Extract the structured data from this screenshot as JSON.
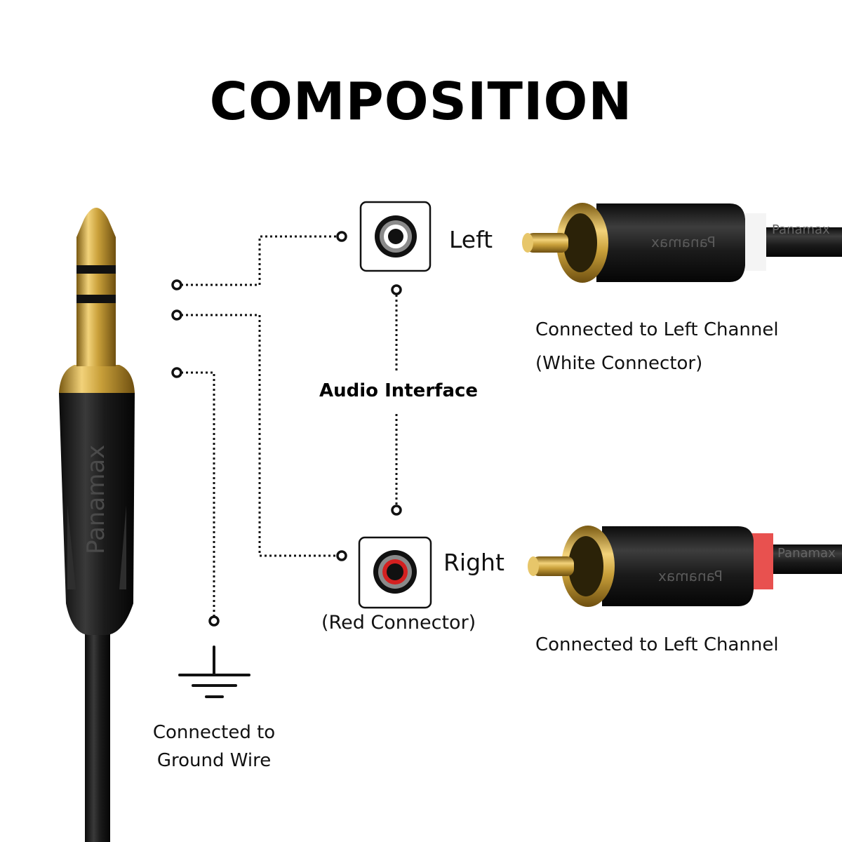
{
  "title": "COMPOSITION",
  "labels": {
    "left": "Left",
    "right": "Right",
    "red_connector": "(Red Connector)",
    "audio_interface": "Audio Interface",
    "left_channel_line1": "Connected to Left Channel",
    "left_channel_line2": "(White Connector)",
    "right_channel": "Connected to Left Channel",
    "ground_line1": "Connected to",
    "ground_line2": "Ground Wire"
  },
  "brand": "Panamax",
  "colors": {
    "cable_black": "#111111",
    "gold": "#c9a03a",
    "white_band": "#f4f4f4",
    "red_band": "#e8514f",
    "socket_red": "#d42020",
    "socket_gray": "#8a8a8a"
  },
  "icons": [
    "trs-plug-icon",
    "rca-left-socket-icon",
    "rca-right-socket-icon",
    "ground-symbol-icon",
    "rca-plug-icon"
  ]
}
